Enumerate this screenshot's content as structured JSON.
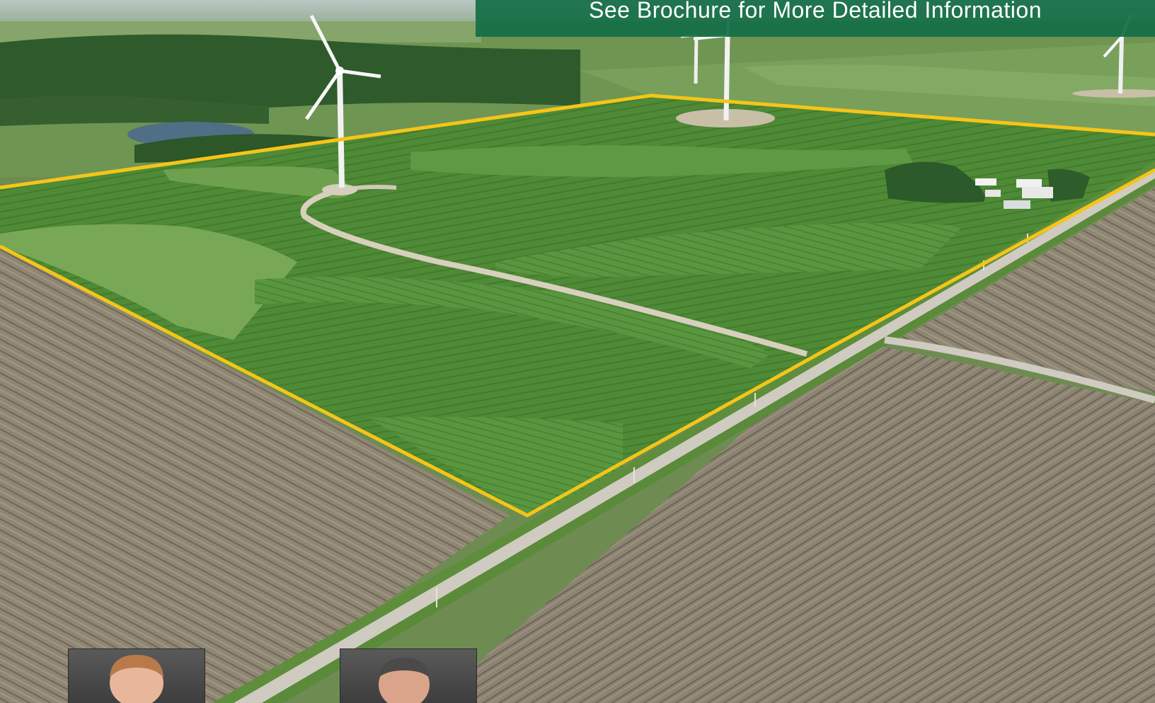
{
  "banner": {
    "text": "See Brochure for More Detailed Information",
    "background_color": "#146e46"
  },
  "property_outline": {
    "color": "#f5c518"
  },
  "agents": [
    {
      "id": "agent-1",
      "description_icon": "person-portrait",
      "hair": "#b97a4a",
      "shirt": "#f0f0f0"
    },
    {
      "id": "agent-2",
      "description_icon": "person-portrait",
      "hair": "#4a4a4a",
      "shirt": "#ffffff"
    }
  ]
}
